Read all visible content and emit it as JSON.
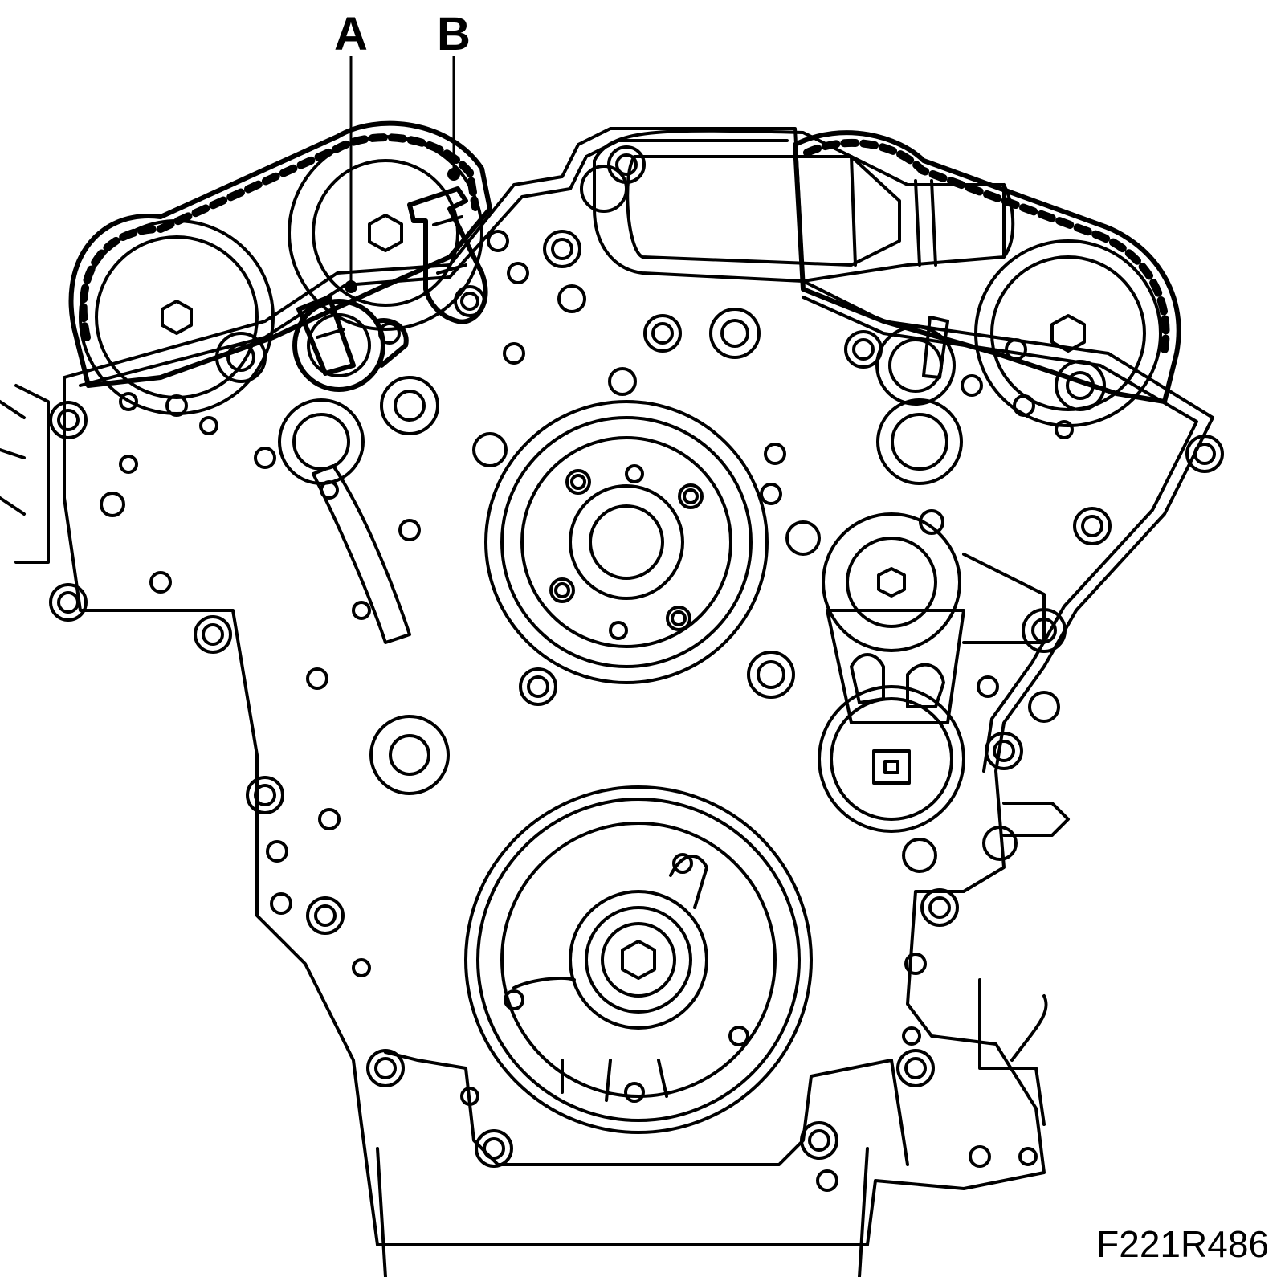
{
  "diagram": {
    "callouts": [
      {
        "id": "A",
        "text": "A"
      },
      {
        "id": "B",
        "text": "B"
      }
    ],
    "figure_code": "F221R486",
    "colors": {
      "line": "#000000",
      "background": "#ffffff"
    }
  }
}
